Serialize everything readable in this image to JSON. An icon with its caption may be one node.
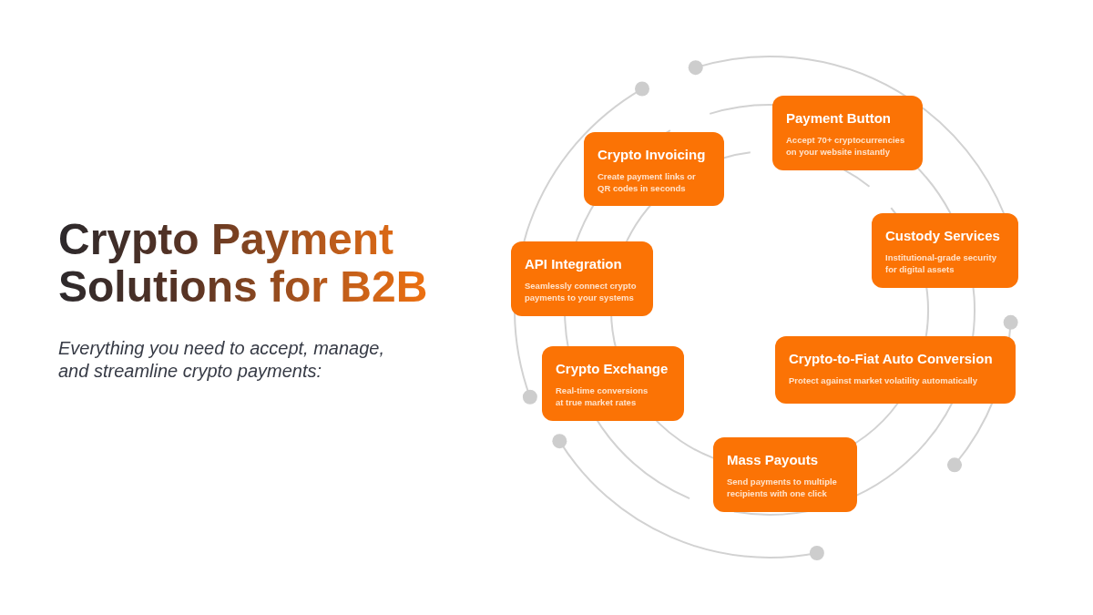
{
  "diagram": {
    "title": "Crypto Payment Solutions for B2B",
    "nodes": [
      {
        "text": [
          "Payment Button",
          "Accept 70+ cryptocurrencies on your website instantly"
        ]
      },
      {
        "text": [
          "Crypto Invoicing",
          "Create payment links or QR codes in seconds"
        ]
      },
      {
        "text": [
          "Custody Services",
          "Institutional-grade security for digital assets"
        ]
      },
      {
        "text": [
          "API Integration",
          "Seamlessly connect crypto payments to your systems"
        ]
      },
      {
        "text": [
          "Crypto-to-Fiat Auto Conversion",
          "Protect against market volatility automatically"
        ]
      },
      {
        "text": [
          "Crypto Exchange",
          "Real-time conversions at true market rates"
        ]
      },
      {
        "text": [
          "Mass Payouts",
          "Send payments to multiple recipients with one click"
        ]
      }
    ],
    "labels": [
      "Everything you need to accept, manage, and streamline crypto payments:"
    ]
  }
}
